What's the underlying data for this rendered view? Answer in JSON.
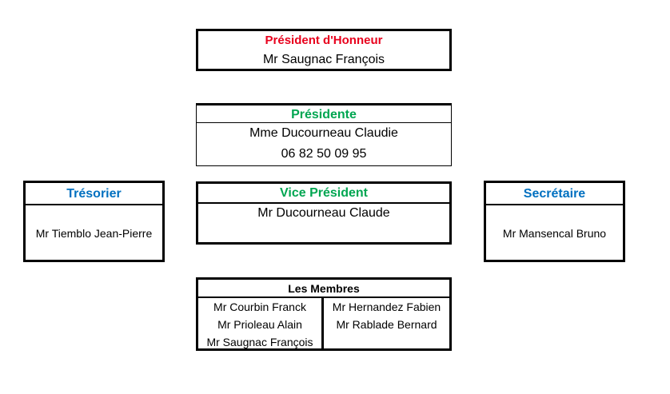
{
  "honneur": {
    "title": "Président d'Honneur",
    "name": "Mr Saugnac François"
  },
  "presidente": {
    "title": "Présidente",
    "name": "Mme Ducourneau Claudie",
    "phone": "06 82 50 09 95"
  },
  "vice": {
    "title": "Vice Président",
    "name": "Mr Ducourneau Claude"
  },
  "tresorier": {
    "title": "Trésorier",
    "name": "Mr Tiemblo Jean-Pierre"
  },
  "secretaire": {
    "title": "Secrétaire",
    "name": "Mr Mansencal Bruno"
  },
  "membres": {
    "title": "Les Membres",
    "col1": [
      "Mr Courbin Franck",
      "Mr Prioleau Alain",
      "Mr Saugnac François"
    ],
    "col2": [
      "Mr Hernandez Fabien",
      "Mr Rablade Bernard"
    ]
  },
  "colors": {
    "honneur_title": "#e8001c",
    "presidente_title": "#00a651",
    "vice_title": "#00a651",
    "tresorier_title": "#0070c0",
    "secretaire_title": "#0070c0"
  }
}
